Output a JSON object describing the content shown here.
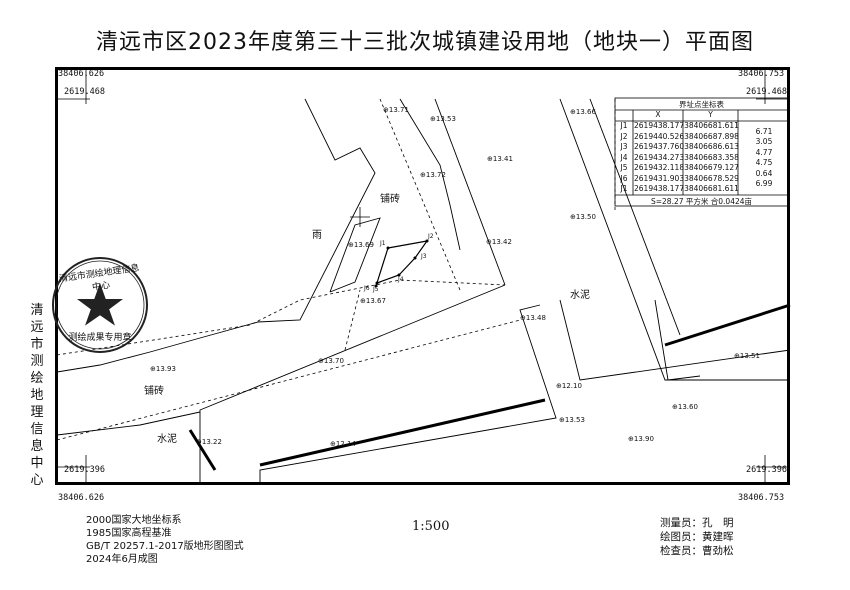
{
  "title": "清远市区2023年度第三十三批次城镇建设用地（地块一）平面图",
  "corners": {
    "top_left_y": "38406.626",
    "top_left_x": "2619.468",
    "top_right_y": "38406.753",
    "top_right_x": "2619.468",
    "bottom_left_x": "2619.396",
    "bottom_left_y": "38406.626",
    "bottom_right_x": "2619.396",
    "bottom_right_y": "38406.753"
  },
  "coord_table": {
    "title": "界址点坐标表",
    "headers": [
      "",
      "X",
      "Y",
      ""
    ],
    "rows": [
      {
        "pt": "J1",
        "x": "2619438.177",
        "y": "38406681.611",
        "d": ""
      },
      {
        "pt": "J2",
        "x": "2619440.526",
        "y": "38406687.898",
        "d": "6.71"
      },
      {
        "pt": "J3",
        "x": "2619437.760",
        "y": "38406686.613",
        "d": "3.05"
      },
      {
        "pt": "J4",
        "x": "2619434.273",
        "y": "38406683.358",
        "d": "4.77"
      },
      {
        "pt": "J5",
        "x": "2619432.118",
        "y": "38406679.127",
        "d": "4.75"
      },
      {
        "pt": "J6",
        "x": "2619431.903",
        "y": "38406678.529",
        "d": "0.64"
      },
      {
        "pt": "J1",
        "x": "2619438.177",
        "y": "38406681.611",
        "d": "6.99"
      }
    ],
    "footer": "S=28.27 平方米 合0.0424亩"
  },
  "map": {
    "elevations": [
      "13.71",
      "13.53",
      "13.66",
      "13.41",
      "13.72",
      "13.50",
      "13.42",
      "13.69",
      "13.67",
      "13.48",
      "13.70",
      "13.93",
      "12.10",
      "13.51",
      "13.60",
      "13.53",
      "12.14",
      "13.22",
      "13.90"
    ],
    "labels": [
      "铺砖",
      "雨",
      "水泥",
      "铺砖",
      "水泥"
    ],
    "points": [
      "J1",
      "J2",
      "J3",
      "J4",
      "J5",
      "J6"
    ],
    "seal_text": "清远市测绘地理信息中心",
    "seal_sub": "测绘成果专用章"
  },
  "side_text": "清远市测绘地理信息中心",
  "footer_left": [
    "2000国家大地坐标系",
    "1985国家高程基准",
    "GB/T 20257.1-2017版地形图图式",
    "2024年6月成图"
  ],
  "scale": "1:500",
  "staff": [
    "测量员：孔　明",
    "绘图员：黄建晖",
    "检查员：曹劲松"
  ],
  "colors": {
    "ink": "#000000",
    "seal": "#222222"
  }
}
